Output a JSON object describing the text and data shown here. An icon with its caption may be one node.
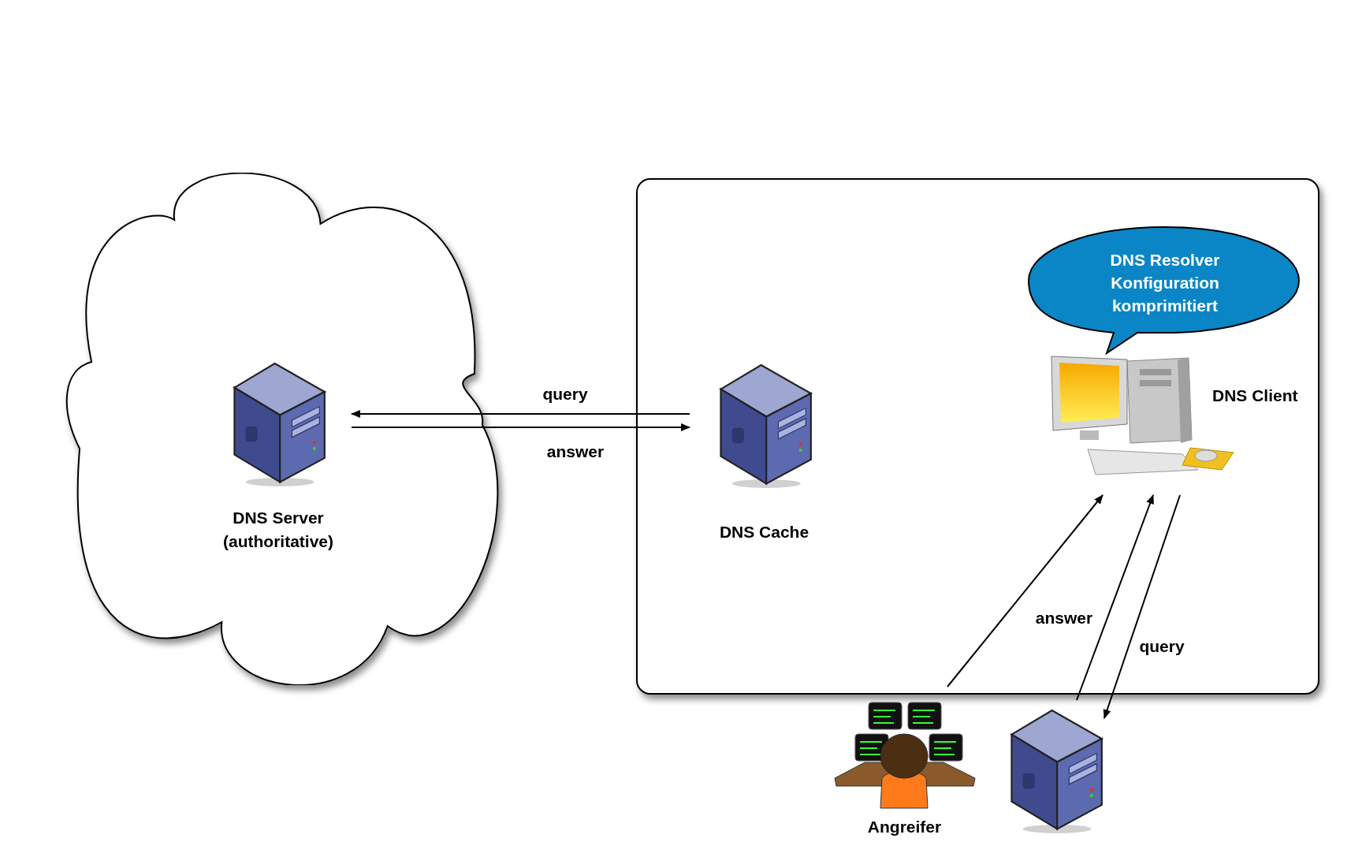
{
  "diagram": {
    "nodes": [
      {
        "text": [],
        "shape": "cloud"
      },
      {
        "text": [
          "DNS Server (authoritative)"
        ],
        "in": 0
      },
      {
        "text": [],
        "shape": "box"
      },
      {
        "text": [
          "DNS Cache"
        ],
        "in": 2
      },
      {
        "text": [
          "DNS Resolver Konfiguration komprimitiert"
        ],
        "in": 2
      },
      {
        "text": [
          "DNS Client"
        ],
        "in": 2
      },
      {
        "text": [
          "Angreifer"
        ]
      },
      {
        "text": [],
        "shape": "picture"
      }
    ],
    "edges": [
      {
        "from": 3,
        "to": 1,
        "arrow": "to",
        "label": "query"
      },
      {
        "from": 1,
        "to": 3,
        "arrow": "to",
        "label": "answer"
      },
      {
        "from": 6,
        "to": 5,
        "arrow": "to",
        "label": "answer"
      },
      {
        "from": 7,
        "to": 5,
        "arrow": "to"
      },
      {
        "from": 5,
        "to": 7,
        "arrow": "to",
        "label": "query"
      }
    ]
  }
}
